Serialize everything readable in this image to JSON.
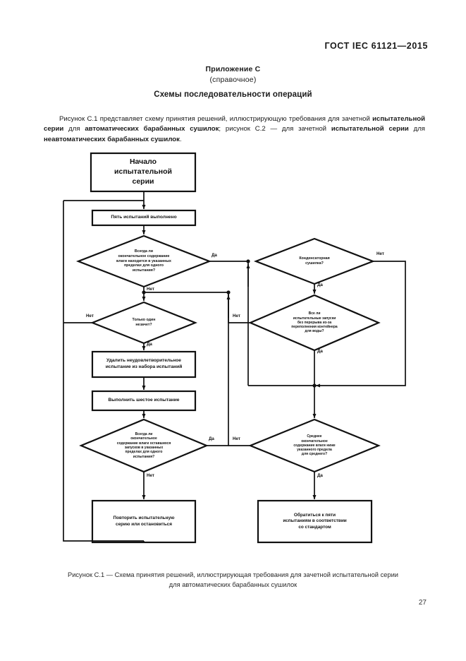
{
  "header": {
    "standard": "ГОСТ IEC 61121—2015"
  },
  "annex": {
    "title": "Приложение С",
    "subtitle": "(справочное)"
  },
  "section": {
    "title": "Схемы последовательности операций"
  },
  "intro": {
    "p1_a": "Рисунок С.1 представляет схему принятия решений, иллюстрирующую требования для зачетной ",
    "p1_b": "испытательной серии",
    "p1_c": " для ",
    "p1_d": "автоматических барабанных сушилок",
    "p1_e": "; рисунок С.2 — для зачетной ",
    "p1_f": "испытательной серии",
    "p1_g": " для ",
    "p1_h": "неавтоматических барабанных сушилок",
    "p1_i": "."
  },
  "flowchart": {
    "nodes": {
      "start": "Начало\nиспытательной\nсерии",
      "five_tests": "Пять испытаний выполнено",
      "dec_final_moisture": "Всегда ли\nокончательное содержание\nвлаги находится в указанных\nпределах для одного\nиспытания?",
      "dec_one_fail": "Только один\nнезачет?",
      "proc_remove": "Удалить неудовлетворительное\nиспытание из набора испытаний",
      "proc_sixth": "Выполнить шестое испытание",
      "dec_remaining": "Всегда ли\nокончательное\nсодержание влаги оставшихся\nзапусков в указанных\nпределах для одного\nиспытания?",
      "term_repeat": "Повторить испытательную\nсерию или остановиться",
      "dec_condenser": "Конденсаторная\nсушилка?",
      "dec_no_interrupt": "Все ли\nиспытательные запуски\nбез перерыва из-за\nпереполнения контейнера\nдля воды?",
      "dec_average": "Среднее\nокончательное\nсодержание влаги ниже\nуказанного предела\nдля среднего?",
      "term_refer": "Обратиться к пяти\nиспытаниям в соответствии\nсо стандартом"
    },
    "edges": {
      "yes": "Да",
      "no": "Нет"
    }
  },
  "caption": {
    "line1": "Рисунок С.1 — Схема принятия решений, иллюстрирующая требования для зачетной испытательной серии",
    "line2": "для автоматических барабанных сушилок"
  },
  "footer": {
    "page_number": "27"
  },
  "colors": {
    "ink": "#111111",
    "paper": "#ffffff"
  }
}
